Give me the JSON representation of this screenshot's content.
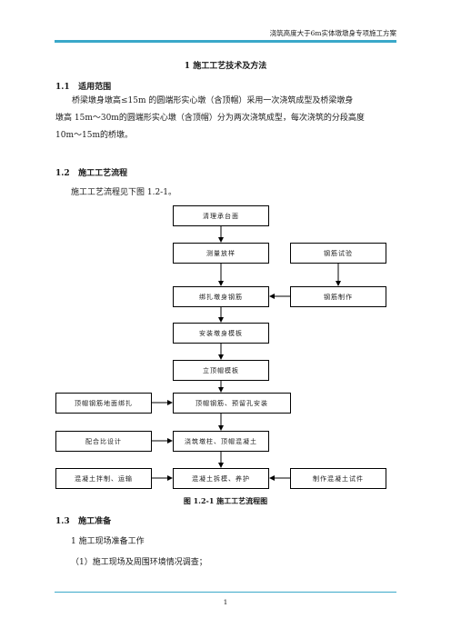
{
  "header": {
    "title": "浇筑高度大于6m实体墩墩身专项施工方案"
  },
  "section1": {
    "title": "1  施工工艺技术及方法"
  },
  "s11": {
    "num": "1.1",
    "title": "适用范围",
    "line1": "桥梁墩身墩高≤15m 的圆端形实心墩（含顶帽）采用一次浇筑成型及桥梁墩身",
    "line2": "墩高 15m～30m的圆端形实心墩（含顶帽）分为两次浇筑成型，每次浇筑的分段高度",
    "line3": "10m～15m的桥墩。"
  },
  "s12": {
    "num": "1.2",
    "title": "施工工艺流程",
    "intro": "施工工艺流程见下图 1.2-1。"
  },
  "flow": {
    "b1": "清理承台面",
    "b2": "测量放样",
    "b3": "钢筋试验",
    "b4": "绑扎墩身钢筋",
    "b5": "钢筋制作",
    "b6": "安装墩身模板",
    "b7": "立顶帽模板",
    "b8": "顶帽钢筋地面绑扎",
    "b9": "顶帽钢筋、预留孔安装",
    "b10": "配合比设计",
    "b11": "浇筑墩柱、顶帽混凝土",
    "b12": "混凝土拌制、运输",
    "b13": "混凝土拆模、养护",
    "b14": "制作混凝土试件",
    "caption": "图 1.2-1   施工工艺流程图"
  },
  "s13": {
    "num": "1.3",
    "title": "施工准备",
    "item1": "1   施工现场准备工作",
    "item2": "（1）施工现场及周围环境情况调查；"
  },
  "footer": {
    "page": "1"
  },
  "colors": {
    "accent": "#3aa8c9"
  }
}
